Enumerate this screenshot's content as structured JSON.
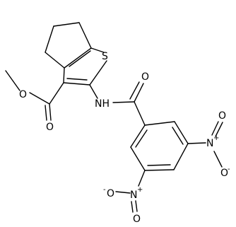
{
  "structure": {
    "atoms": {
      "S": "S",
      "NH": "NH",
      "O_carbonyl_amide": "O",
      "O_ester_carbonyl": "O",
      "O_ester_oxygen": "O",
      "N_nitro_right": "N",
      "N_nitro_right_plus": "+",
      "O_nitro_right_top": "O",
      "O_nitro_right_bottom": "O",
      "O_nitro_right_minus": "-",
      "N_nitro_bottom": "N",
      "N_nitro_bottom_plus": "+",
      "O_nitro_bottom_left": "O",
      "O_nitro_bottom_left_minus": "-",
      "O_nitro_bottom_bottom": "O"
    }
  }
}
